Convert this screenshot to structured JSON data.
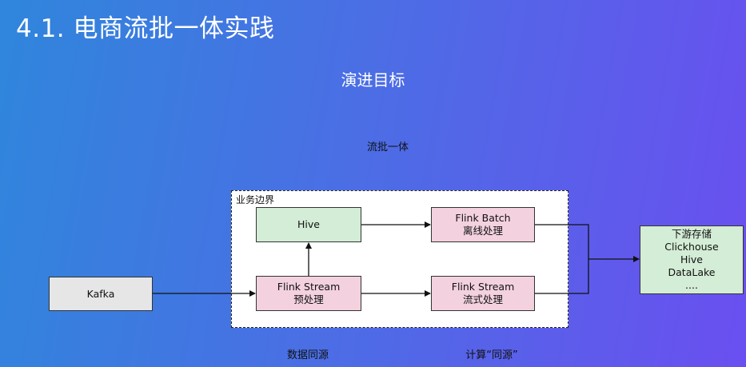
{
  "slide": {
    "title": "4.1. 电商流批一体实践",
    "subtitle": "演进目标"
  },
  "diagram": {
    "top_caption": "流批一体",
    "boundary_label": "业务边界",
    "nodes": {
      "kafka": {
        "label": "Kafka"
      },
      "hive": {
        "label": "Hive"
      },
      "flink_stream_pre": {
        "line1": "Flink Stream",
        "line2": "预处理"
      },
      "flink_batch": {
        "line1": "Flink Batch",
        "line2": "离线处理"
      },
      "flink_stream_flow": {
        "line1": "Flink Stream",
        "line2": "流式处理"
      },
      "storage": {
        "line1": "下游存储",
        "line2": "Clickhouse",
        "line3": "Hive",
        "line4": "DataLake",
        "line5": "...."
      }
    },
    "bottom_captions": {
      "left": "数据同源",
      "right": "计算“同源”"
    }
  }
}
